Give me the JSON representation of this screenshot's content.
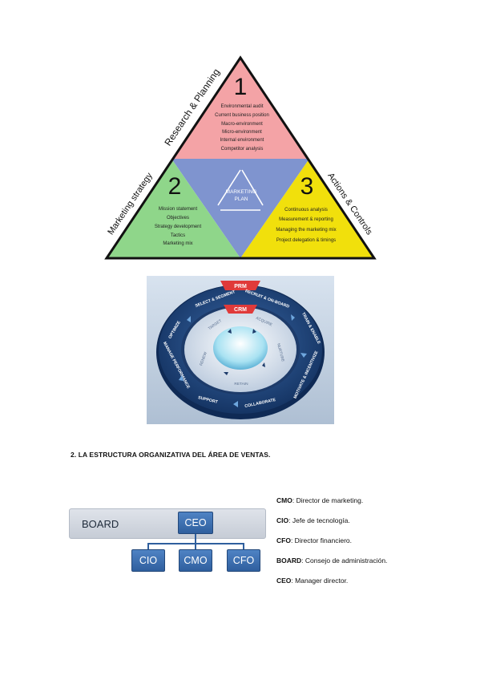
{
  "triangle": {
    "section1_number": "1",
    "section1_title": "Research & Planning",
    "section1_items": [
      "Environmental audit",
      "Current business position",
      "Macro-environment",
      "Micro-environment",
      "Internal environment",
      "Competitor analysis"
    ],
    "section2_number": "2",
    "section2_title": "Marketing strategy",
    "section2_items": [
      "Mission statement",
      "Objectives",
      "Strategy development",
      "Tactics",
      "Marketing mix"
    ],
    "section3_number": "3",
    "section3_title": "Actions & Controls",
    "section3_items": [
      "Continuous analysis",
      "Measurement & reporting",
      "Managing the marketing mix",
      "Project delegation & timings"
    ],
    "center_line1": "MARKETING",
    "center_line2": "PLAN",
    "colors": {
      "red": "#f4a3a6",
      "blue": "#7f94cf",
      "green": "#8fd68a",
      "yellow": "#f1e00c"
    }
  },
  "cycle": {
    "outer_tag": "PRM",
    "inner_tag": "CRM",
    "outer_ring": [
      "SELECT & SEGMENT",
      "RECRUIT & ON-BOARD",
      "TRAIN & ENABLE",
      "MOTIVATE & INCENTIVIZE",
      "COLLABORATE",
      "SUPPORT",
      "MANAGE PERFORMANCE",
      "OPTIMIZE"
    ],
    "inner_ring": [
      "TARGET",
      "ACQUIRE",
      "NURTURE",
      "RETAIN",
      "RENEW"
    ],
    "colors": {
      "ring": "#1f3f73",
      "tag": "#e03a3a"
    }
  },
  "heading": "2. LA ESTRUCTURA ORGANIZATIVA DEL ÁREA DE VENTAS.",
  "org_chart": {
    "board_label": "BOARD",
    "ceo_label": "CEO",
    "cio_label": "CIO",
    "cmo_label": "CMO",
    "cfo_label": "CFO"
  },
  "glossary": [
    {
      "term": "CMO",
      "definition": ": Director de marketing."
    },
    {
      "term": "CIO",
      "definition": ": Jefe de tecnología."
    },
    {
      "term": "CFO",
      "definition": ": Director financiero."
    },
    {
      "term": "BOARD",
      "definition": ": Consejo de administración."
    },
    {
      "term": "CEO",
      "definition": ": Manager director."
    }
  ]
}
